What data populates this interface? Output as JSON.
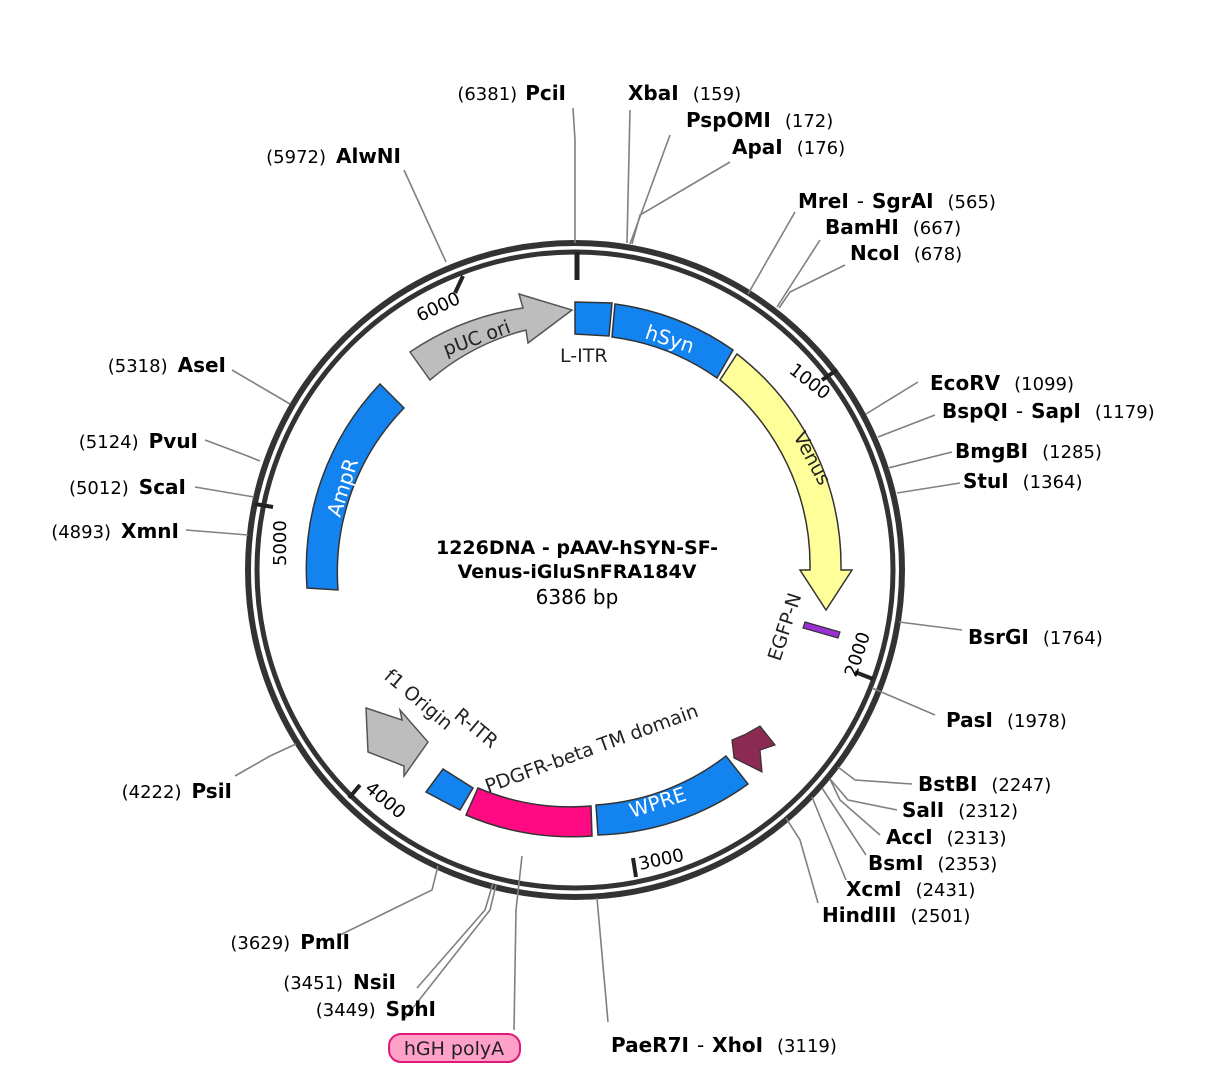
{
  "plasmid": {
    "name_line1": "1226DNA - pAAV-hSYN-SF-",
    "name_line2": "Venus-iGluSnFRA184V",
    "length_label": "6386 bp"
  },
  "ticks": [
    {
      "label": "1000"
    },
    {
      "label": "2000"
    },
    {
      "label": "3000"
    },
    {
      "label": "4000"
    },
    {
      "label": "5000"
    },
    {
      "label": "6000"
    }
  ],
  "sites": {
    "pcil": {
      "name": "PciI",
      "pos": "(6381)"
    },
    "xbai": {
      "name": "XbaI",
      "pos": "(159)"
    },
    "pspomi": {
      "name": "PspOMI",
      "pos": "(172)"
    },
    "apai": {
      "name": "ApaI",
      "pos": "(176)"
    },
    "alwni": {
      "name": "AlwNI",
      "pos": "(5972)"
    },
    "mrei": {
      "name": "MreI",
      "name2": "SgrAI",
      "sep": "-",
      "pos": "(565)"
    },
    "bamhi": {
      "name": "BamHI",
      "pos": "(667)"
    },
    "ncoi": {
      "name": "NcoI",
      "pos": "(678)"
    },
    "asei": {
      "name": "AseI",
      "pos": "(5318)"
    },
    "ecorv": {
      "name": "EcoRV",
      "pos": "(1099)"
    },
    "bspqi": {
      "name": "BspQI",
      "name2": "SapI",
      "sep": "-",
      "pos": "(1179)"
    },
    "pvui": {
      "name": "PvuI",
      "pos": "(5124)"
    },
    "bmgbi": {
      "name": "BmgBI",
      "pos": "(1285)"
    },
    "scai": {
      "name": "ScaI",
      "pos": "(5012)"
    },
    "stui": {
      "name": "StuI",
      "pos": "(1364)"
    },
    "xmni": {
      "name": "XmnI",
      "pos": "(4893)"
    },
    "bsrgi": {
      "name": "BsrGI",
      "pos": "(1764)"
    },
    "pasi": {
      "name": "PasI",
      "pos": "(1978)"
    },
    "bstbi": {
      "name": "BstBI",
      "pos": "(2247)"
    },
    "psii": {
      "name": "PsiI",
      "pos": "(4222)"
    },
    "sali": {
      "name": "SalI",
      "pos": "(2312)"
    },
    "acci": {
      "name": "AccI",
      "pos": "(2313)"
    },
    "bsmi": {
      "name": "BsmI",
      "pos": "(2353)"
    },
    "xcmi": {
      "name": "XcmI",
      "pos": "(2431)"
    },
    "hindiii": {
      "name": "HindIII",
      "pos": "(2501)"
    },
    "pmli": {
      "name": "PmlI",
      "pos": "(3629)"
    },
    "nsii": {
      "name": "NsiI",
      "pos": "(3451)"
    },
    "sphi": {
      "name": "SphI",
      "pos": "(3449)"
    },
    "paer7i": {
      "name": "PaeR7I",
      "name2": "XhoI",
      "sep": "-",
      "pos": "(3119)"
    }
  },
  "features": {
    "puc_ori": "pUC ori",
    "litr": "L-ITR",
    "hsyn": "hSyn",
    "venus": "Venus",
    "egfp_n": "EGFP-N",
    "ampr": "AmpR",
    "f1_origin": "f1 Origin",
    "ritr": "R-ITR",
    "pdgfr": "PDGFR-beta TM domain",
    "wpre": "WPRE",
    "hgh_polya": "hGH polyA"
  },
  "colors": {
    "blue": "#1383F0",
    "yellow": "#FFFF99",
    "gray": "#BDBDBD",
    "magenta": "#FF0A82",
    "purple": "#9B2FD6",
    "maroon": "#8B2A52",
    "pink_box": "#FFA0C8",
    "pink_border": "#E0187A"
  }
}
